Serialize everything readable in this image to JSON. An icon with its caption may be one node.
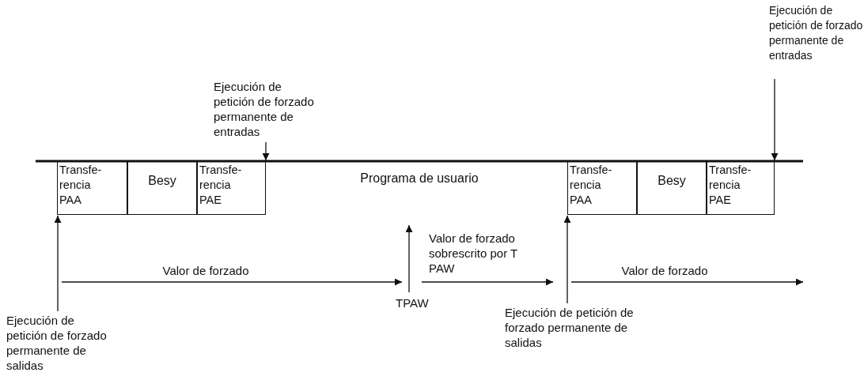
{
  "diagram": {
    "nodes": [
      {
        "text": [
          "Ejecución de petición de forzado permanente de entradas"
        ]
      },
      {
        "text": [
          "Ejecución de petición de forzado permanente de entradas"
        ]
      },
      {
        "text": [
          "Transfe- rencia PAA"
        ]
      },
      {
        "text": [
          "Besy"
        ]
      },
      {
        "text": [
          "Transfe- rencia PAE"
        ]
      },
      {
        "text": [
          "Transfe- rencia PAA"
        ]
      },
      {
        "text": [
          "Besy"
        ]
      },
      {
        "text": [
          "Transfe- rencia PAE"
        ]
      },
      {
        "text": [
          "Ejecución de petición de forzado permanente de salidas"
        ]
      },
      {
        "text": [
          "TPAW"
        ]
      },
      {
        "text": [
          "Ejecución de petición de forzado permanente de salidas"
        ]
      }
    ],
    "edges": [
      {
        "from": 0,
        "to": 4,
        "arrow": "to"
      },
      {
        "from": 1,
        "to": 7,
        "arrow": "to"
      },
      {
        "from": 8,
        "to": 2,
        "arrow": "to"
      },
      {
        "from": 9,
        "to": null,
        "arrow": "to"
      },
      {
        "from": 10,
        "to": 5,
        "arrow": "to"
      }
    ],
    "labels": [
      "Programa de usuario",
      "Valor de forzado sobrescrito por T PAW",
      "Valor de forzado",
      "Valor de forzado"
    ]
  }
}
